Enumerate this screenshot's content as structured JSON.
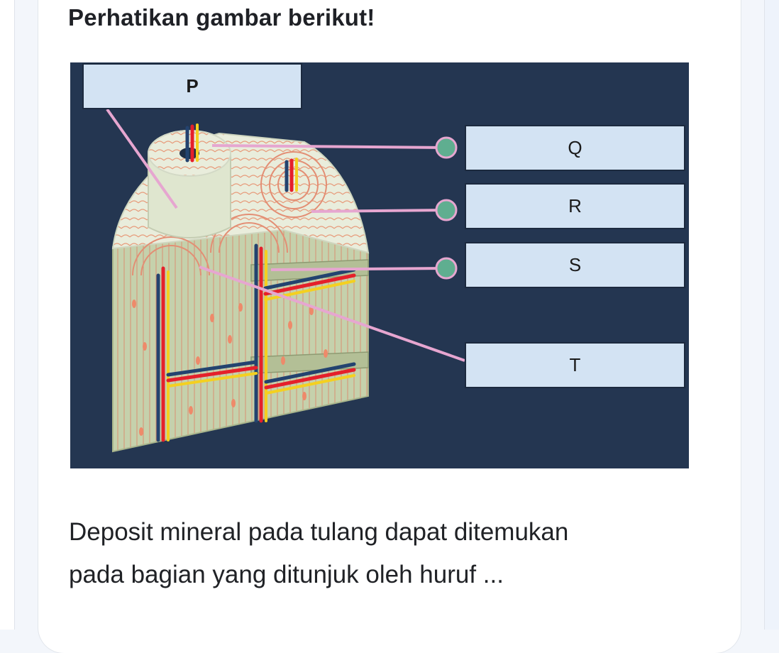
{
  "question": {
    "title": "Perhatikan gambar berikut!",
    "body_line1": "Deposit mineral pada tulang dapat ditemukan",
    "body_line2": "pada bagian yang ditunjuk oleh huruf ..."
  },
  "figure": {
    "labels": {
      "p": "P",
      "q": "Q",
      "r": "R",
      "s": "S",
      "t": "T"
    }
  },
  "colors": {
    "figure_bg": "#243651",
    "label_bg": "#d3e3f3",
    "bone": "#dfe6cf",
    "leader_line": "#e6a6d0",
    "marker": "#5fae90",
    "vessel_red": "#e5202a",
    "vessel_blue": "#23436f",
    "vessel_yellow": "#f4d020"
  }
}
